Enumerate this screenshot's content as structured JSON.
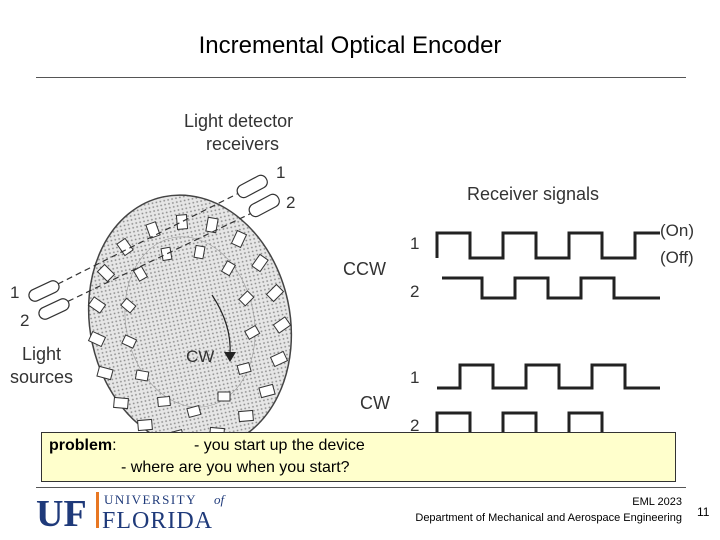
{
  "slide": {
    "title": "Incremental Optical Encoder",
    "page_number": "11"
  },
  "diagram": {
    "detector_label_line1": "Light detector",
    "detector_label_line2": "receivers",
    "detector_num1": "1",
    "detector_num2": "2",
    "source_num1": "1",
    "source_num2": "2",
    "source_label_line1": "Light",
    "source_label_line2": "sources",
    "disk_direction": "CW",
    "signals_title": "Receiver signals",
    "on_label": "(On)",
    "off_label": "(Off)",
    "ccw_label": "CCW",
    "cw_label": "CW",
    "ccw_ch1": "1",
    "ccw_ch2": "2",
    "cw_ch1": "1",
    "cw_ch2": "2"
  },
  "problem_box": {
    "prefix": "problem",
    "line1": "- you start up the device",
    "line2": "- where are you when you start?",
    "background": "#ffffcc"
  },
  "footer": {
    "logo_uf": "UF",
    "logo_university": "UNIVERSITY",
    "logo_of": "of",
    "logo_florida": "FLORIDA",
    "course": "EML 2023",
    "department": "Department of Mechanical and Aerospace Engineering",
    "brand_color": "#1f3a7a"
  }
}
